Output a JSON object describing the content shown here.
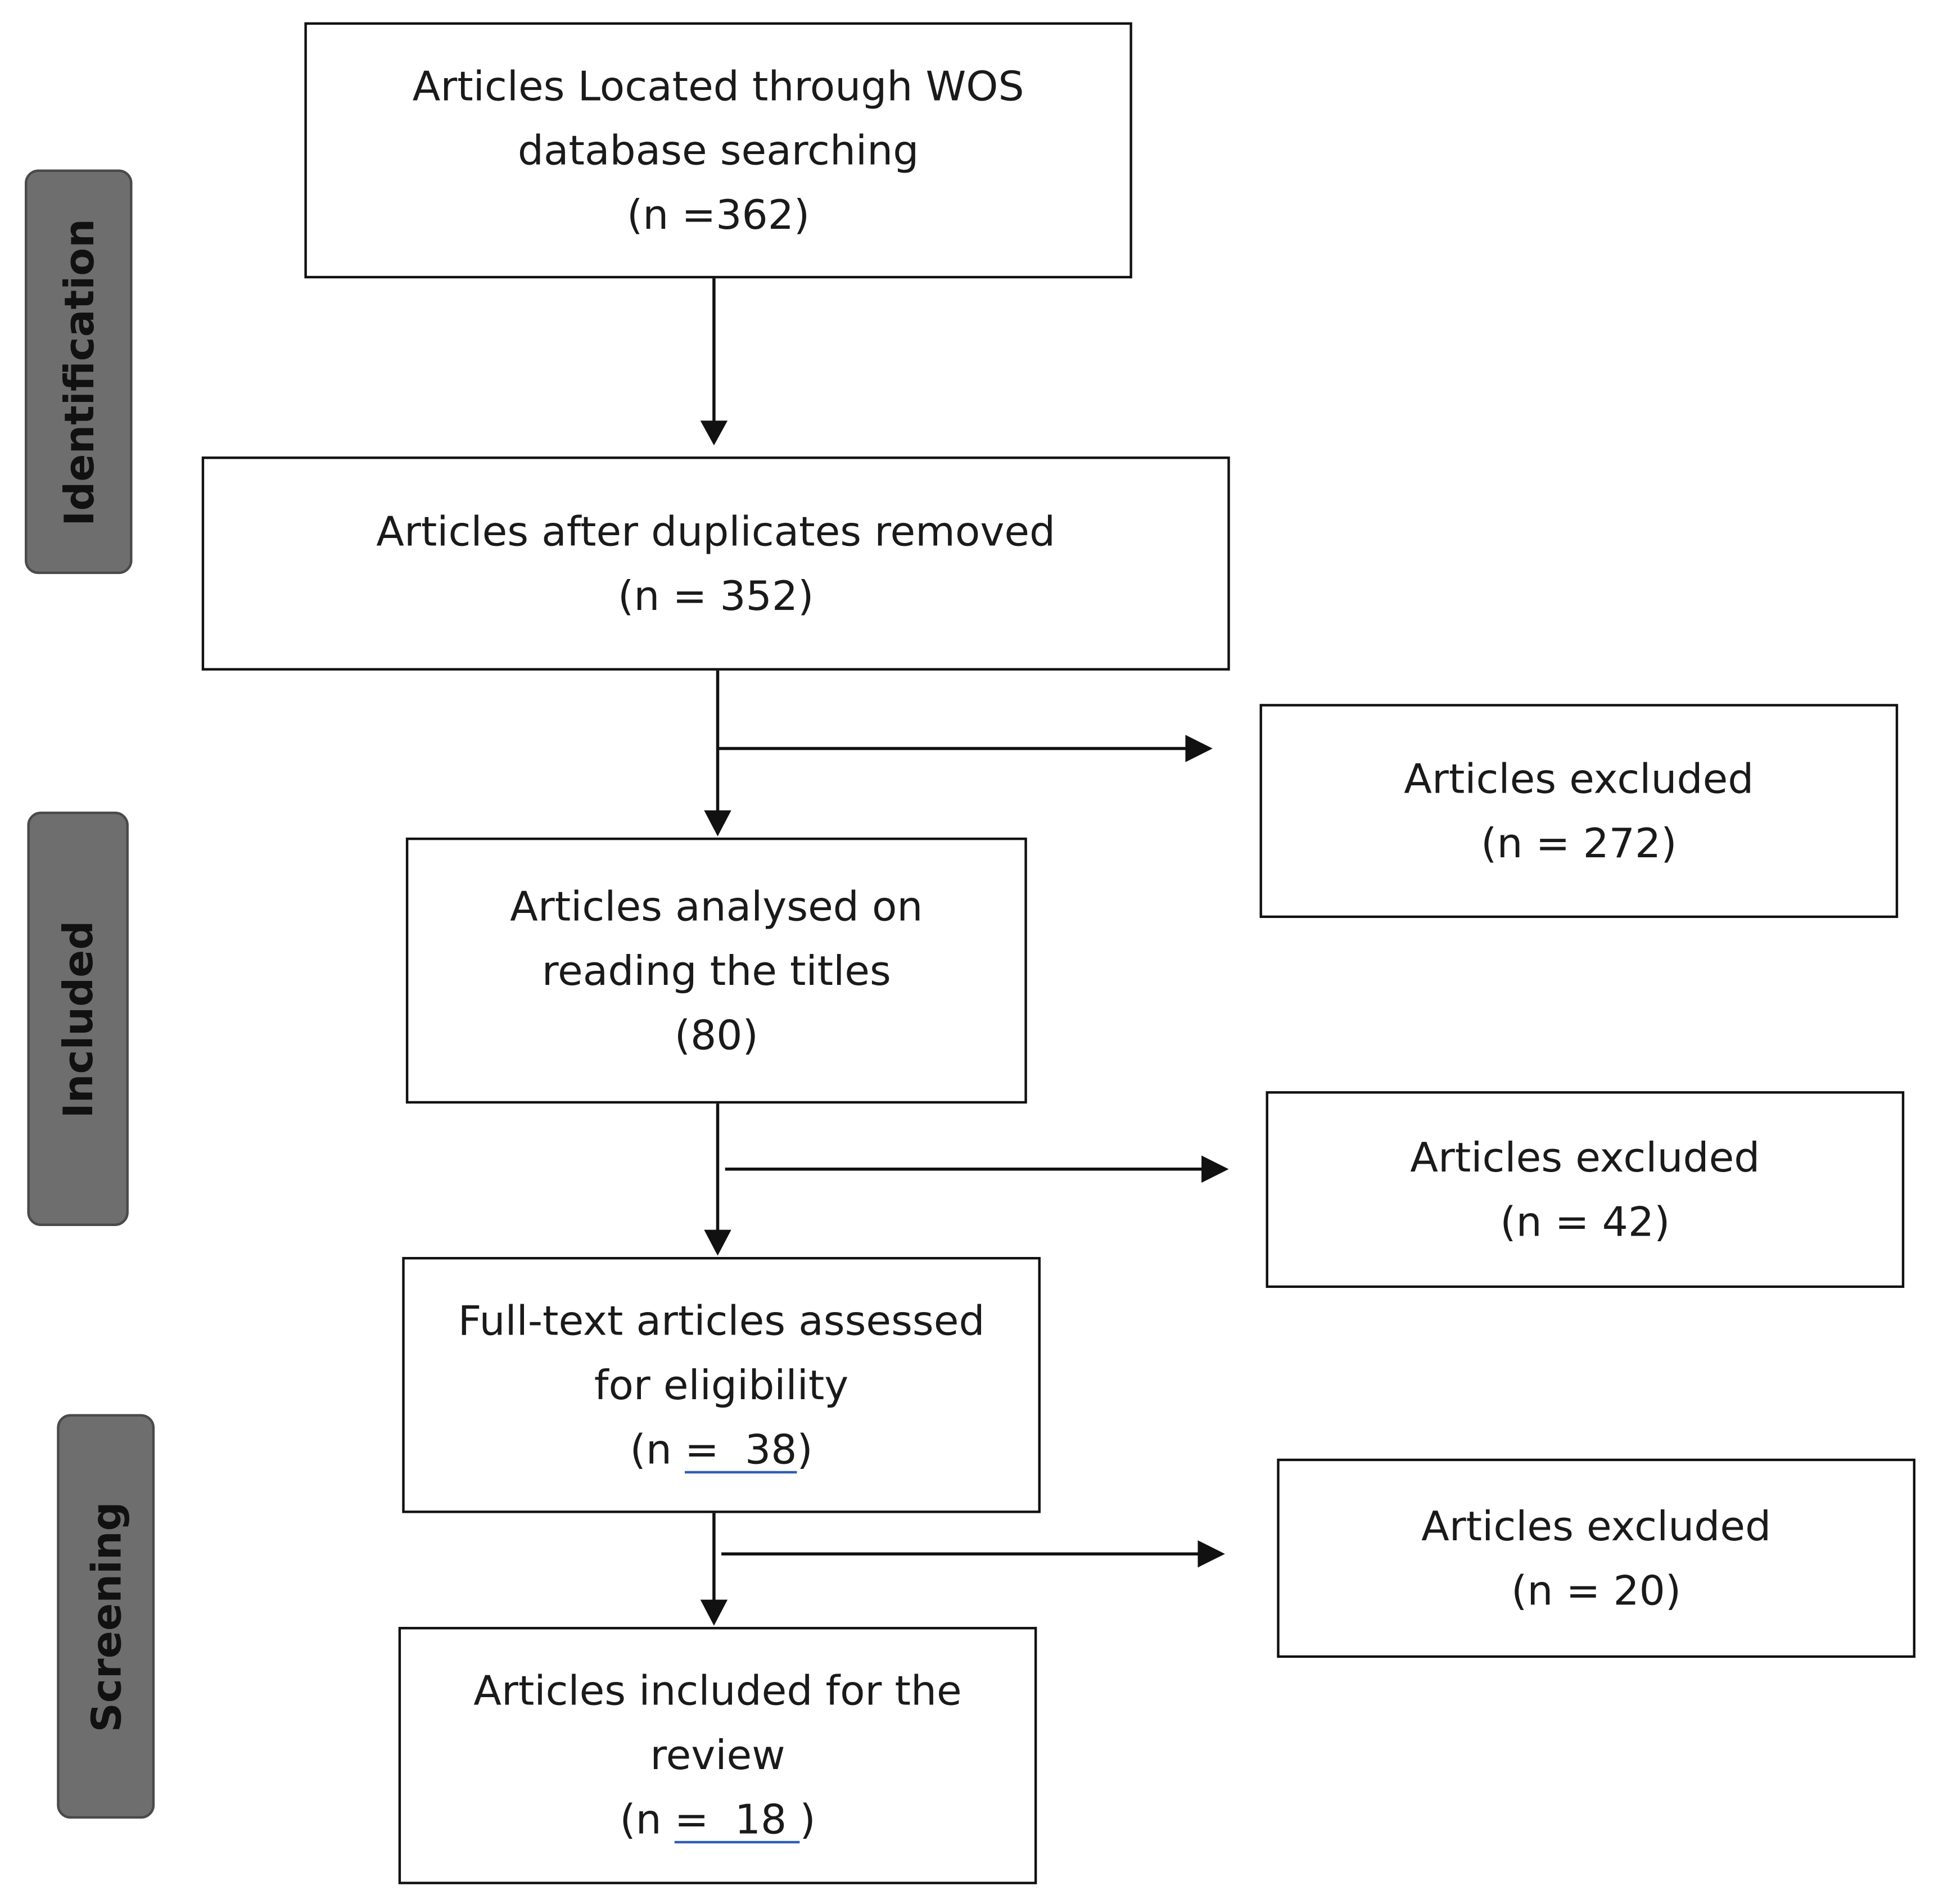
{
  "stages": {
    "identification": "Identification",
    "included": "Included",
    "screening": "Screening"
  },
  "boxes": {
    "located": {
      "line1": "Articles Located through WOS",
      "line2": "database searching",
      "line3": "(n =362)"
    },
    "deduplicated": {
      "line1": "Articles after duplicates removed",
      "line2": "(n = 352)"
    },
    "titles": {
      "line1": "Articles analysed on",
      "line2": "reading the titles",
      "line3": "(80)"
    },
    "fulltext": {
      "line1": "Full-text articles assessed",
      "line2": "for eligibility",
      "prefix": "(n ",
      "value": "=  38",
      "suffix": ")"
    },
    "included": {
      "line1": "Articles included for the",
      "line2": "review",
      "prefix": "(n ",
      "value": "=  18 ",
      "suffix": ")"
    },
    "excluded1": {
      "line1": "Articles excluded",
      "line2": "(n = 272)"
    },
    "excluded2": {
      "line1": "Articles excluded",
      "line2": "(n = 42)"
    },
    "excluded3": {
      "line1": "Articles excluded",
      "line2": "(n = 20)"
    }
  },
  "colors": {
    "stage_fill": "#6e6e6e",
    "line": "#111111",
    "underline": "#2f5eb5"
  }
}
